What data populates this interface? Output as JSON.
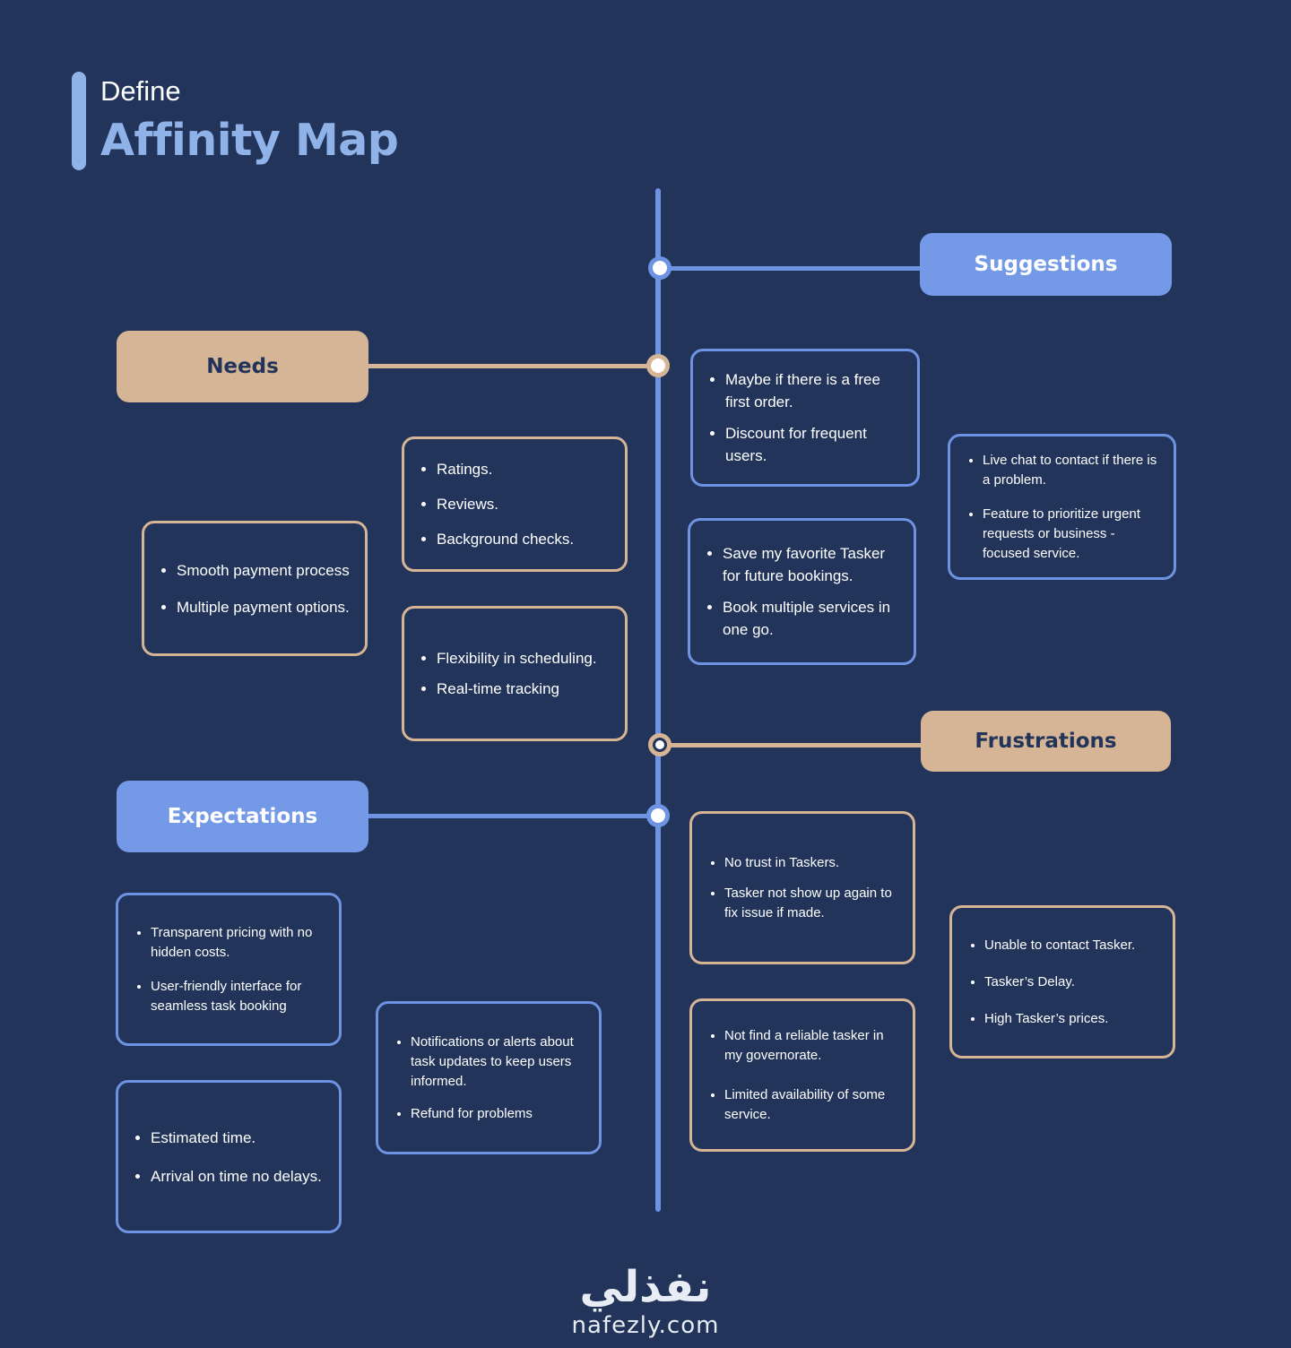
{
  "header": {
    "eyebrow": "Define",
    "title": "Affinity Map"
  },
  "categories": {
    "suggestions": "Suggestions",
    "needs": "Needs",
    "frustrations": "Frustrations",
    "expectations": "Expectations"
  },
  "cards": {
    "needs_ratings": [
      "Ratings.",
      "Reviews.",
      "Background checks."
    ],
    "needs_payment": [
      "Smooth payment process",
      "Multiple payment options."
    ],
    "needs_flexibility": [
      "Flexibility in scheduling.",
      "Real-time tracking"
    ],
    "suggestions_discount": [
      "Maybe if there is a free first order.",
      "Discount for frequent users."
    ],
    "suggestions_favorites": [
      "Save my favorite Tasker for future bookings.",
      "Book multiple services in one go."
    ],
    "suggestions_chat": [
      "Live chat to contact if there is a problem.",
      "Feature to prioritize urgent requests or business - focused service."
    ],
    "frustrations_trust": [
      "No trust in Taskers.",
      "Tasker not show up again to fix issue if made."
    ],
    "frustrations_contact": [
      "Unable to contact Tasker.",
      "Tasker’s Delay.",
      "High Tasker’s prices."
    ],
    "frustrations_availability": [
      "Not find a reliable tasker in my governorate.",
      "Limited availability of some service."
    ],
    "expectations_pricing": [
      "Transparent pricing with no hidden costs.",
      "User-friendly interface for seamless task booking"
    ],
    "expectations_notifications": [
      "Notifications or alerts about task updates to keep users informed.",
      "Refund for problems"
    ],
    "expectations_time": [
      "Estimated time.",
      "Arrival on time no delays."
    ]
  },
  "footer": {
    "logo_ar": "نفذلي",
    "logo_en": "nafezly.com"
  },
  "colors": {
    "background": "#22345a",
    "accent_blue": "#7499e6",
    "accent_tan": "#d5b596",
    "title_blue": "#8fb2e8"
  }
}
